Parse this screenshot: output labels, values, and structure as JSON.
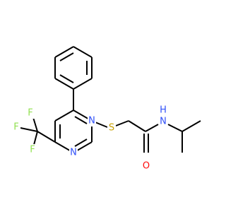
{
  "colors": {
    "bond": "#000000",
    "nitrogen": "#3050F8",
    "oxygen": "#FF0D0D",
    "sulfur": "#C8A000",
    "fluorine": "#90E050",
    "hydrogen": "#3050F8"
  },
  "atoms": {
    "n_ring_top": "N",
    "n_ring_bottom": "N",
    "s_thioether": "S",
    "o_carbonyl": "O",
    "n_amide": "N",
    "h_amide": "H",
    "f_left": "F",
    "f_top": "F",
    "f_bottom": "F"
  }
}
